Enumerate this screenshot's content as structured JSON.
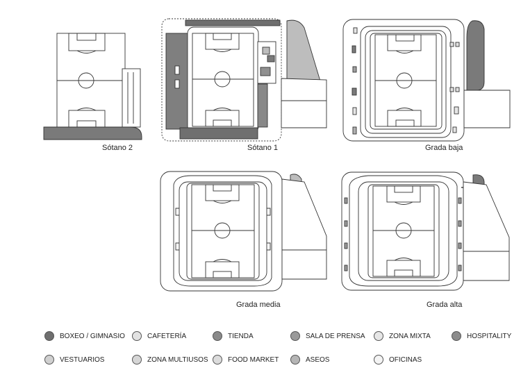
{
  "plans": [
    {
      "id": "sotano2",
      "label": "Sótano 2"
    },
    {
      "id": "sotano1",
      "label": "Sótano 1"
    },
    {
      "id": "grada-baja",
      "label": "Grada baja"
    },
    {
      "id": "grada-media",
      "label": "Grada media"
    },
    {
      "id": "grada-alta",
      "label": "Grada alta"
    }
  ],
  "legend": [
    {
      "label": "BOXEO / GIMNASIO",
      "color": "#6f6f6f"
    },
    {
      "label": "CAFETERÍA",
      "color": "#e2e2e2"
    },
    {
      "label": "TIENDA",
      "color": "#8a8a8a"
    },
    {
      "label": "SALA DE PRENSA",
      "color": "#9a9a9a"
    },
    {
      "label": "ZONA MIXTA",
      "color": "#e6e6e6"
    },
    {
      "label": "HOSPITALITY",
      "color": "#8c8c8c"
    },
    {
      "label": "VESTUARIOS",
      "color": "#d0d0d0"
    },
    {
      "label": "ZONA MULTIUSOS",
      "color": "#d6d6d6"
    },
    {
      "label": "FOOD MARKET",
      "color": "#dcdcdc"
    },
    {
      "label": "ASEOS",
      "color": "#b5b5b5"
    },
    {
      "label": "OFICINAS",
      "color": "#f4f4f4"
    }
  ]
}
